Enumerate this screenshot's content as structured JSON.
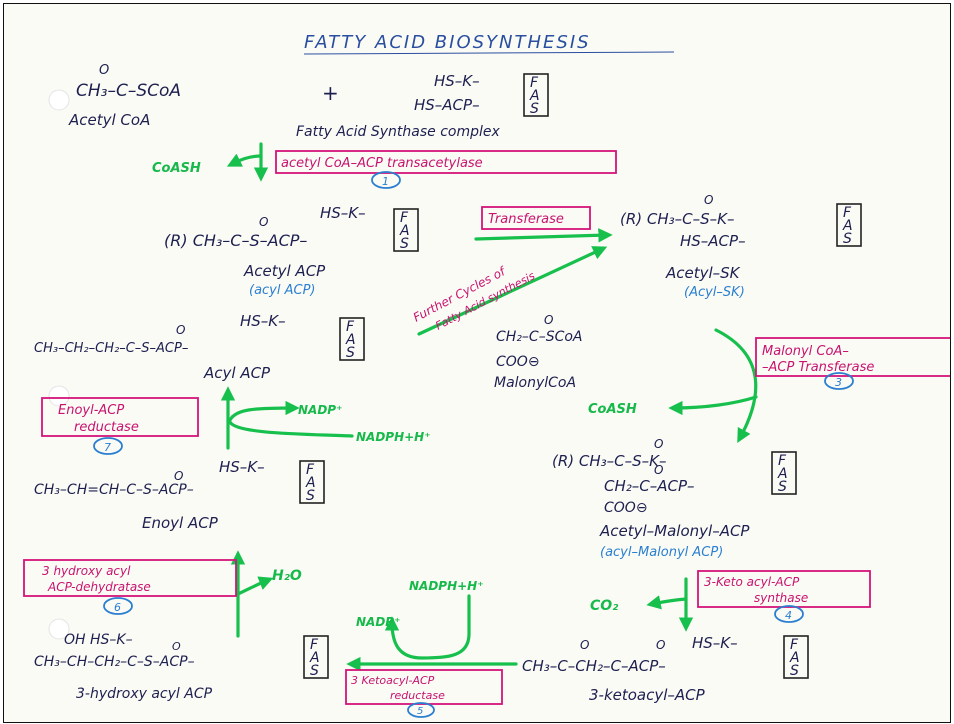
{
  "title": "FATTY ACID BIOSYNTHESIS",
  "top": {
    "acetyl_coa_formula": "CH₃–C–SCoA",
    "acetyl_coa_oxo": "O",
    "acetyl_coa_name": "Acetyl CoA",
    "plus": "+",
    "fas_line1": "HS–K–",
    "fas_line2": "HS–ACP–",
    "fas_name": "Fatty Acid Synthase complex"
  },
  "fas_box": [
    "F",
    "A",
    "S"
  ],
  "enzymes": {
    "e1": "acetyl CoA–ACP transacetylase",
    "e1_step": "1",
    "transferase": "Transferase",
    "e3": [
      "Malonyl CoA–",
      "–ACP Transferase"
    ],
    "e3_step": "3",
    "e4": [
      "3-Keto acyl-ACP",
      "synthase"
    ],
    "e4_step": "4",
    "e5": [
      "3 Ketoacyl-ACP",
      "reductase"
    ],
    "e5_step": "5",
    "e6": [
      "3 hydroxy acyl",
      "ACP-dehydratase"
    ],
    "e6_step": "6",
    "e7": [
      "Enoyl-ACP",
      "reductase"
    ],
    "e7_step": "7"
  },
  "cofactors": {
    "coash_1": "CoASH",
    "coash_2": "CoASH",
    "co2": "CO₂",
    "nadph_1": "NADPH+H⁺",
    "nadp_1": "NADP⁺",
    "h2o": "H₂O",
    "nadph_2": "NADPH+H⁺",
    "nadp_2": "NADP⁺",
    "further_cycles": [
      "Further Cycles of",
      "Fatty Acid synthesis"
    ]
  },
  "molecules": {
    "acetyl_acp": {
      "line1": "HS–K–",
      "line2": "(R) CH₃–C–S–ACP–",
      "name": "Acetyl ACP",
      "alt": "(acyl ACP)"
    },
    "acetyl_sk": {
      "line1": "(R) CH₃–C–S–K–",
      "line2": "HS–ACP–",
      "name": "Acetyl–SK",
      "alt": "(Acyl–SK)"
    },
    "acyl_acp": {
      "line1": "HS–K–",
      "line2": "CH₃–CH₂–CH₂–C–S–ACP–",
      "name": "Acyl ACP"
    },
    "malonyl_coa": {
      "line1": "CH₂–C–SCoA",
      "line2": "COO⊖",
      "name": "MalonylCoA"
    },
    "acetyl_malonyl_acp": {
      "line1": "(R) CH₃–C–S–K–",
      "line2": "CH₂–C–ACP–",
      "line3": "COO⊖",
      "name": "Acetyl–Malonyl–ACP",
      "alt": "(acyl–Malonyl ACP)"
    },
    "enoyl_acp": {
      "line1": "HS–K–",
      "line2": "CH₃–CH=CH–C–S–ACP–",
      "name": "Enoyl ACP"
    },
    "hydroxyacyl_acp": {
      "line1": "OH    HS–K–",
      "line2": "CH₃–CH–CH₂–C–S–ACP–",
      "name": "3-hydroxy acyl ACP"
    },
    "ketoacyl_acp": {
      "line1": "HS–K–",
      "line2": "CH₃–C–CH₂–C–ACP–",
      "name": "3-ketoacyl–ACP"
    }
  },
  "oxo": "O"
}
